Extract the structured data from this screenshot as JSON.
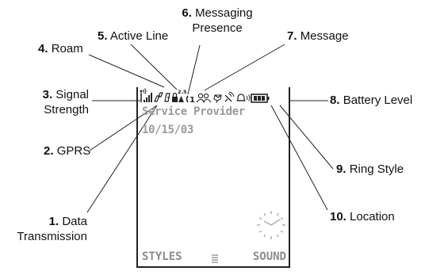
{
  "callouts": {
    "msg_presence": {
      "num": "6.",
      "line1": "Messaging",
      "line2": "Presence"
    },
    "active_line": {
      "num": "5.",
      "text": "Active Line"
    },
    "roam": {
      "num": "4.",
      "text": "Roam"
    },
    "message": {
      "num": "7.",
      "text": "Message"
    },
    "signal": {
      "num": "3.",
      "line1": "Signal",
      "line2": "Strength"
    },
    "battery": {
      "num": "8.",
      "text": "Battery Level"
    },
    "gprs": {
      "num": "2.",
      "text": "GPRS"
    },
    "ring": {
      "num": "9.",
      "text": "Ring Style"
    },
    "data_tx": {
      "num": "1.",
      "line1": "Data",
      "line2": "Transmission"
    },
    "location": {
      "num": "10.",
      "text": "Location"
    }
  },
  "screen": {
    "provider": "Service Provider",
    "date": "10/15/03",
    "left_soft": "STYLES",
    "right_soft": "SOUND",
    "menu_icon": "menu-lines-icon",
    "status_icons": [
      "signal-strength-icon",
      "gprs-icon",
      "data-transmission-icon",
      "roam-icon",
      "active-line-icon",
      "messaging-presence-icon",
      "message-icon",
      "location-icon",
      "ring-style-icon",
      "battery-level-icon"
    ]
  }
}
